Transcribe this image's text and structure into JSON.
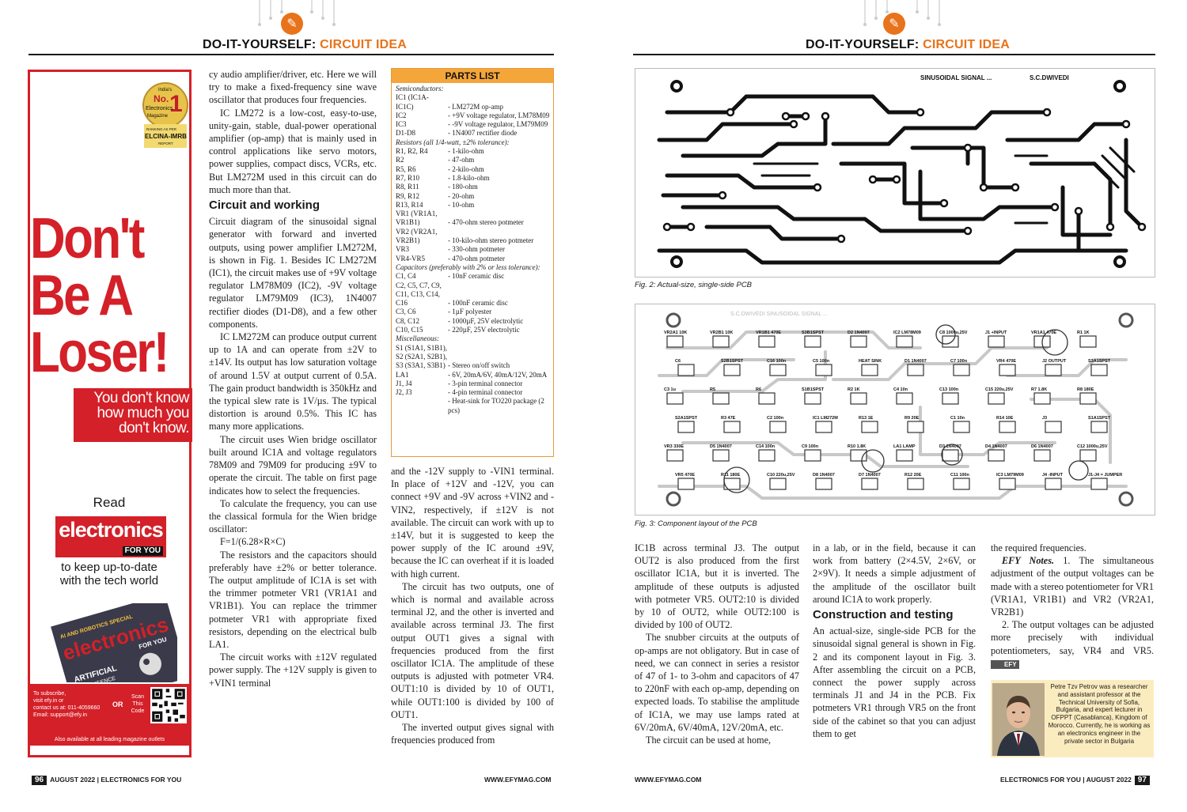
{
  "header": {
    "kicker": "DO-IT-YOURSELF: ",
    "section": "CIRCUIT IDEA"
  },
  "colors": {
    "accent": "#e8731a",
    "ad_red": "#d42028",
    "parts_header": "#f4a63a",
    "bio_bg": "#fbecc0"
  },
  "ad": {
    "badge": [
      "India's",
      "No.",
      "1",
      "Electronics",
      "Magazine",
      "RANKING AS PER",
      "ELCINA-IMRB",
      "REPORT"
    ],
    "headline": [
      "Don't",
      "Be A",
      "Loser!"
    ],
    "tagline": [
      "You don't know",
      "how much you",
      "don't know."
    ],
    "read": "Read",
    "logo_top": "electronics",
    "logo_fy": "FOR YOU",
    "uptodate": [
      "to keep up-to-date",
      "with the tech world"
    ],
    "magazine_cover": {
      "special": "AI AND ROBOTICS SPECIAL",
      "title": "electronics",
      "fy": "FOR YOU",
      "ai": "ARTIFICIAL",
      "ai2": "INTELLIGENCE"
    },
    "subscribe": [
      "To subscribe,",
      "visit efy.in or",
      "contact us at: 011-4059660",
      "Email: support@efy.in"
    ],
    "or": "OR",
    "scan": [
      "Scan",
      "This",
      "Code"
    ],
    "available": "Also available at all leading magazine outlets"
  },
  "left_col1": [
    {
      "t": "p",
      "noind": true,
      "text": "cy audio amplifier/driver, etc. Here we will try to make a fixed-frequency sine wave oscillator that produces four frequencies."
    },
    {
      "t": "p",
      "text": "IC LM272 is a low-cost, easy-to-use, unity-gain, stable, dual-power operational amplifier (op-amp) that is mainly used in control applications like servo motors, power supplies, compact discs, VCRs, etc. But LM272M used in this circuit can do much more than that."
    },
    {
      "t": "h",
      "text": "Circuit and working"
    },
    {
      "t": "p",
      "noind": true,
      "text": "Circuit diagram of the sinusoidal signal generator with forward and inverted outputs, using power amplifier LM272M, is shown in Fig. 1. Besides IC LM272M (IC1), the circuit makes use of +9V voltage regulator LM78M09 (IC2), -9V voltage regulator LM79M09 (IC3), 1N4007 rectifier diodes (D1-D8), and a few other components."
    },
    {
      "t": "p",
      "text": "IC LM272M can produce output current up to 1A and can operate from ±2V to ±14V. Its output has low saturation voltage of around 1.5V at output current of 0.5A. The gain product bandwidth is 350kHz and the typical slew rate is 1V/µs. The typical distortion is around 0.5%. This IC has many more applications."
    },
    {
      "t": "p",
      "text": "The circuit uses Wien bridge oscillator built around IC1A and voltage regulators 78M09 and 79M09 for producing ±9V to operate the circuit. The table on first page indicates how to select the frequencies."
    },
    {
      "t": "p",
      "text": "To calculate the frequency, you can use the classical formula for the Wien bridge oscillator:"
    },
    {
      "t": "p",
      "text": "F=1/(6.28×R×C)"
    },
    {
      "t": "p",
      "text": "The resistors and the capacitors should preferably have ±2% or better tolerance. The output amplitude of IC1A is set with the trimmer potmeter VR1 (VR1A1 and VR1B1). You can replace the trimmer potmeter VR1 with appropriate fixed resistors, depending on the electrical bulb LA1."
    },
    {
      "t": "p",
      "text": "The circuit works with ±12V regulated power supply. The +12V supply is given to +VIN1 terminal"
    }
  ],
  "parts": {
    "title": "PARTS LIST",
    "rows": [
      {
        "s": "Semiconductors:"
      },
      {
        "r": "IC1 (IC1A-",
        "d": ""
      },
      {
        "r": "IC1C)",
        "d": "- LM272M op-amp"
      },
      {
        "r": "IC2",
        "d": "- +9V voltage regulator, LM78M09"
      },
      {
        "r": "IC3",
        "d": "- -9V voltage regulator, LM79M09"
      },
      {
        "r": "D1-D8",
        "d": "- 1N4007 rectifier diode"
      },
      {
        "s": "Resistors (all 1/4-watt, ±2% tolerance):"
      },
      {
        "r": "R1, R2, R4",
        "d": "- 1-kilo-ohm"
      },
      {
        "r": "R2",
        "d": "- 47-ohm"
      },
      {
        "r": "R5, R6",
        "d": "- 2-kilo-ohm"
      },
      {
        "r": "R7, R10",
        "d": "- 1.8-kilo-ohm"
      },
      {
        "r": "R8, R11",
        "d": "- 180-ohm"
      },
      {
        "r": "R9, R12",
        "d": "- 20-ohm"
      },
      {
        "r": "R13, R14",
        "d": "- 10-ohm"
      },
      {
        "r": "VR1 (VR1A1,",
        "d": ""
      },
      {
        "r": "VR1B1)",
        "d": "- 470-ohm stereo potmeter"
      },
      {
        "r": "VR2 (VR2A1,",
        "d": ""
      },
      {
        "r": "VR2B1)",
        "d": "- 10-kilo-ohm stereo potmeter"
      },
      {
        "r": "VR3",
        "d": "- 330-ohm potmeter"
      },
      {
        "r": "VR4-VR5",
        "d": "- 470-ohm potmeter"
      },
      {
        "s": "Capacitors (preferably with 2% or less tolerance):"
      },
      {
        "r": "C1, C4",
        "d": "- 10nF ceramic disc"
      },
      {
        "r": "C2, C5, C7, C9,",
        "d": ""
      },
      {
        "r": "C11, C13, C14,",
        "d": ""
      },
      {
        "r": "C16",
        "d": "- 100nF ceramic disc"
      },
      {
        "r": "C3, C6",
        "d": "- 1µF polyester"
      },
      {
        "r": "C8, C12",
        "d": "- 1000µF, 25V electrolytic"
      },
      {
        "r": "C10, C15",
        "d": "- 220µF, 25V electrolytic"
      },
      {
        "s": "Miscellaneous:"
      },
      {
        "r": "S1 (S1A1, S1B1),",
        "d": ""
      },
      {
        "r": "S2 (S2A1, S2B1),",
        "d": ""
      },
      {
        "r": "S3 (S3A1, S3B1)",
        "d": "- Stereo on/off switch"
      },
      {
        "r": "LA1",
        "d": "- 6V, 20mA/6V, 40mA/12V, 20mA"
      },
      {
        "r": "J1, J4",
        "d": "- 3-pin terminal connector"
      },
      {
        "r": "J2, J3",
        "d": "- 4-pin terminal connector"
      },
      {
        "r": "",
        "d": "- Heat-sink for TO220 package (2 pcs)"
      }
    ]
  },
  "left_col2": [
    {
      "t": "p",
      "noind": true,
      "text": "and the -12V supply to -VIN1 terminal. In place of +12V and -12V, you can connect +9V and -9V across +VIN2 and -VIN2, respectively, if ±12V is not available. The circuit can work with up to ±14V, but it is suggested to keep the power supply of the IC around ±9V, because the IC can overheat if it is loaded with high current."
    },
    {
      "t": "p",
      "text": "The circuit has two outputs, one of which is normal and available across terminal J2, and the other is inverted and available across terminal J3. The first output OUT1 gives a signal with frequencies produced from the first oscillator IC1A. The amplitude of these outputs is adjusted with potmeter VR4. OUT1:10 is divided by 10 of OUT1, while OUT1:100 is divided by 100 of OUT1."
    },
    {
      "t": "p",
      "text": "The inverted output gives signal with frequencies produced from"
    }
  ],
  "figures": {
    "fig2_caption": "Fig. 2: Actual-size, single-side PCB",
    "fig3_caption": "Fig. 3: Component layout of the PCB",
    "pcb_title": "SINUSOIDAL SIGNAL ...",
    "pcb_author": "S.C.DWIVEDI",
    "mirror_text": "S.C.DWIVEDI    SINUSOIDAL SIGNAL ...",
    "labels": [
      "VR2A1 10K",
      "VR2B1 10K",
      "VR1B1 470E",
      "S3B1SPST",
      "D2 1N4007",
      "IC2 LM78M09",
      "C8 1000u,25V",
      "J1 +INPUT",
      "VR1A1 470E",
      "R1 1K",
      "C6",
      "S2B1SPST",
      "C16 100n",
      "C5 100n",
      "HEAT SINK",
      "D1 1N4007",
      "C7 100n",
      "VR4 470E",
      "J2 OUTPUT",
      "S3A1SPST",
      "C3 1u",
      "R5",
      "R6",
      "S1B1SPST",
      "R2 1K",
      "C4 10n",
      "C13 100n",
      "C15 220u,25V",
      "R7 1.8K",
      "R8 180E",
      "S2A1SPST",
      "R3 47E",
      "C2 100n",
      "IC1 LM272M",
      "R13 1E",
      "R9 20E",
      "C1 10n",
      "R14 10E",
      "J3",
      "S1A1SPST",
      "VR3 330E",
      "D5 1N4007",
      "C14 100n",
      "C9 100n",
      "R10 1.8K",
      "LA1 LAMP",
      "D3 1N4007",
      "D4 1N4007",
      "D6 1N4007",
      "C12 1000u,25V",
      "VR5 470E",
      "R11 180E",
      "C10 220u,25V",
      "D8 1N4007",
      "D7 1N4007",
      "R12 20E",
      "C11 100n",
      "IC3 LM79M09",
      "J4 -INPUT",
      "J1-J4 = JUMPER"
    ]
  },
  "right_col1": [
    {
      "t": "p",
      "noind": true,
      "text": "IC1B across terminal J3. The output OUT2 is also produced from the first oscillator IC1A, but it is inverted. The amplitude of these outputs is adjusted with potmeter VR5. OUT2:10 is divided by 10 of OUT2, while OUT2:100 is divided by 100 of OUT2."
    },
    {
      "t": "p",
      "text": "The snubber circuits at the outputs of op-amps are not obligatory. But in case of need, we can connect in series a resistor of 47 of 1- to 3-ohm and capacitors of 47 to 220nF with each op-amp, depending on expected loads. To stabilise the amplitude of IC1A, we may use lamps rated at 6V/20mA, 6V/40mA, 12V/20mA, etc."
    },
    {
      "t": "p",
      "text": "The circuit can be used at home,"
    }
  ],
  "right_col2": [
    {
      "t": "p",
      "noind": true,
      "text": "in a lab, or in the field, because it can work from battery (2×4.5V, 2×6V, or 2×9V). It needs a simple adjustment of the amplitude of the oscillator built around IC1A to work properly."
    },
    {
      "t": "h",
      "text": "Construction and testing"
    },
    {
      "t": "p",
      "noind": true,
      "text": "An actual-size, single-side PCB for the sinusoidal signal general is shown in Fig. 2 and its component layout in Fig. 3. After assembling the circuit on a PCB, connect the power supply across terminals J1 and J4 in the PCB. Fix potmeters VR1 through VR5 on the front side of the cabinet so that you can adjust them to get"
    }
  ],
  "right_col3": {
    "p1": "the required frequencies.",
    "notes_label": "EFY Notes.",
    "p2": " 1. The simultaneous adjustment of the output voltages can be made with a stereo potentiometer for VR1 (VR1A1, VR1B1) and VR2 (VR2A1, VR2B1)",
    "p3": "2. The output voltages can be adjusted more precisely with individual potentiometers, say, VR4 and VR5.",
    "efy_tag": "EFY"
  },
  "bio": "Petre Tzv Petrov was a researcher and assistant professor at the Technical University of Sofia, Bulgaria, and expert lecturer in OFPPT (Casablanca), Kingdom of Morocco. Currently, he is working as an electronics engineer in the private sector in Bulgaria",
  "footer": {
    "left_page": "96",
    "left_text": "AUGUST 2022 | ELECTRONICS FOR YOU",
    "left_url": "WWW.EFYMAG.COM",
    "right_url": "WWW.EFYMAG.COM",
    "right_text": "ELECTRONICS FOR YOU | AUGUST 2022",
    "right_page": "97"
  }
}
